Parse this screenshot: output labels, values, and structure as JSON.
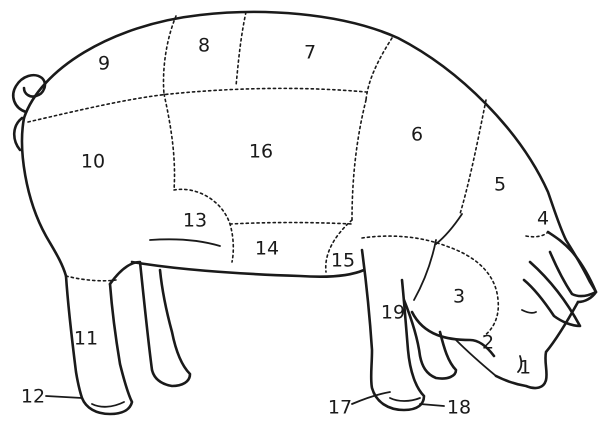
{
  "diagram": {
    "regions": [
      {
        "id": "1"
      },
      {
        "id": "2"
      },
      {
        "id": "3"
      },
      {
        "id": "4"
      },
      {
        "id": "5"
      },
      {
        "id": "6"
      },
      {
        "id": "7"
      },
      {
        "id": "8"
      },
      {
        "id": "9"
      },
      {
        "id": "10"
      },
      {
        "id": "11"
      },
      {
        "id": "12"
      },
      {
        "id": "13"
      },
      {
        "id": "14"
      },
      {
        "id": "15"
      },
      {
        "id": "16"
      },
      {
        "id": "17"
      },
      {
        "id": "18"
      },
      {
        "id": "19"
      }
    ]
  }
}
